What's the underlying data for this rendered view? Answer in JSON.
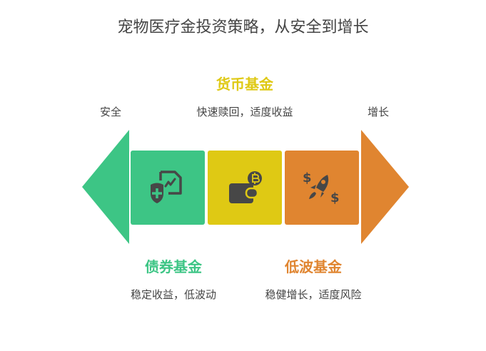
{
  "title": "宠物医疗金投资策略，从安全到增长",
  "axis": {
    "left_label": "安全",
    "right_label": "增长"
  },
  "colors": {
    "green": "#3dc585",
    "yellow": "#dfc914",
    "orange": "#e08530",
    "icon": "#474747",
    "text": "#444444"
  },
  "stages": [
    {
      "name": "债券基金",
      "description": "稳定收益，低波动",
      "color": "#3dc585",
      "icon": "shield-document-chart-icon",
      "position": "bottom"
    },
    {
      "name": "货币基金",
      "description": "快速赎回，适度收益",
      "color": "#dfc914",
      "icon": "wallet-bitcoin-icon",
      "position": "top"
    },
    {
      "name": "低波基金",
      "description": "稳健增长，适度风险",
      "color": "#e08530",
      "icon": "rocket-dollar-icon",
      "position": "bottom"
    }
  ]
}
